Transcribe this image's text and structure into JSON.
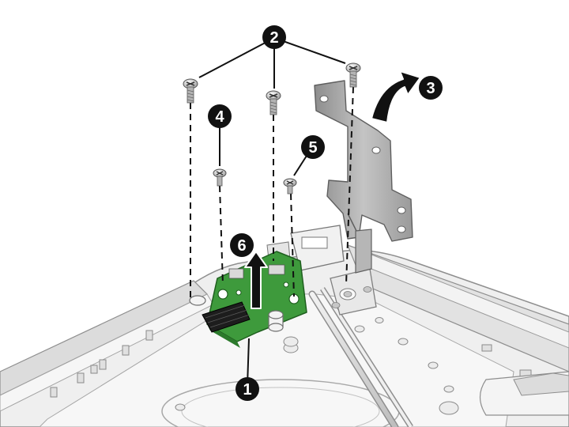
{
  "diagram": {
    "callouts": [
      {
        "id": "c1",
        "label": "1"
      },
      {
        "id": "c2",
        "label": "2"
      },
      {
        "id": "c3",
        "label": "3"
      },
      {
        "id": "c4",
        "label": "4"
      },
      {
        "id": "c5",
        "label": "5"
      },
      {
        "id": "c6",
        "label": "6"
      }
    ],
    "colors": {
      "chassis": "#e9e9e9",
      "chassis_edge": "#9a9a9a",
      "board": "#3e9a3c",
      "board_dark": "#2c7a2c",
      "bracket": "#a4a4a4",
      "callout": "#111111"
    },
    "icons": [
      "screw-icon",
      "arrow-up-icon",
      "curved-arrow-icon"
    ]
  }
}
